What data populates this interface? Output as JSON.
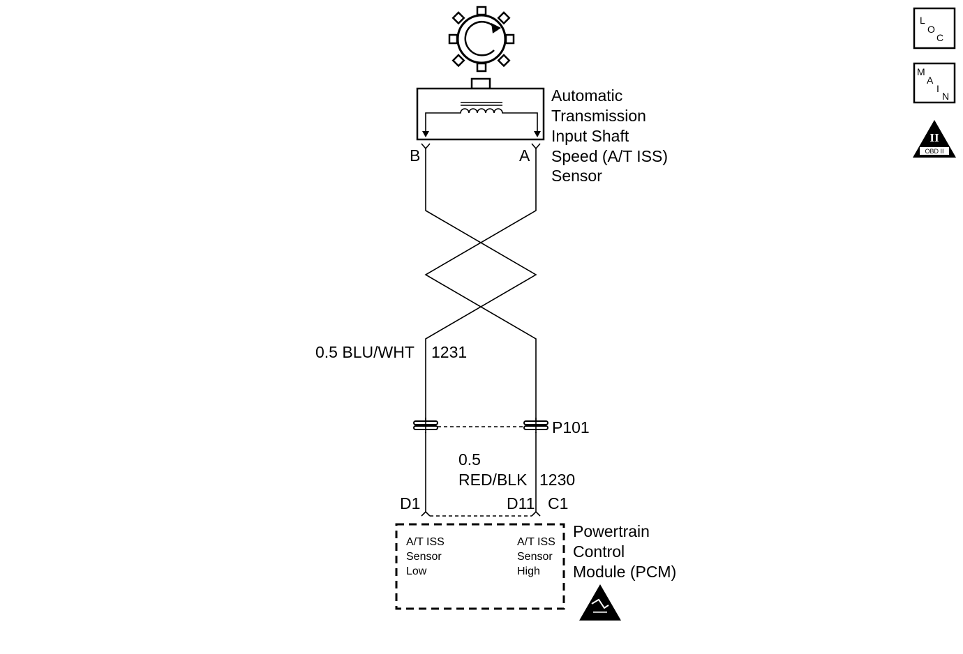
{
  "sensor": {
    "name_lines": [
      "Automatic",
      "Transmission",
      "Input Shaft",
      "Speed (A/T ISS)",
      "Sensor"
    ],
    "terminal_b": "B",
    "terminal_a": "A"
  },
  "wires": {
    "left": {
      "gauge_color": "0.5 BLU/WHT",
      "circuit": "1231"
    },
    "right": {
      "gauge": "0.5",
      "color": "RED/BLK",
      "circuit": "1230"
    }
  },
  "connector": {
    "name": "P101"
  },
  "pcm": {
    "pin_left": "D1",
    "pin_d11": "D11",
    "pin_c1": "C1",
    "low_lines": [
      "A/T ISS",
      "Sensor",
      "Low"
    ],
    "high_lines": [
      "A/T ISS",
      "Sensor",
      "High"
    ],
    "name_lines": [
      "Powertrain",
      "Control",
      "Module (PCM)"
    ]
  },
  "nav": {
    "loc_letters": [
      "L",
      "O",
      "C"
    ],
    "main_letters": [
      "M",
      "A",
      "I",
      "N"
    ],
    "obd_numeral": "II",
    "obd_label": "OBD II"
  }
}
